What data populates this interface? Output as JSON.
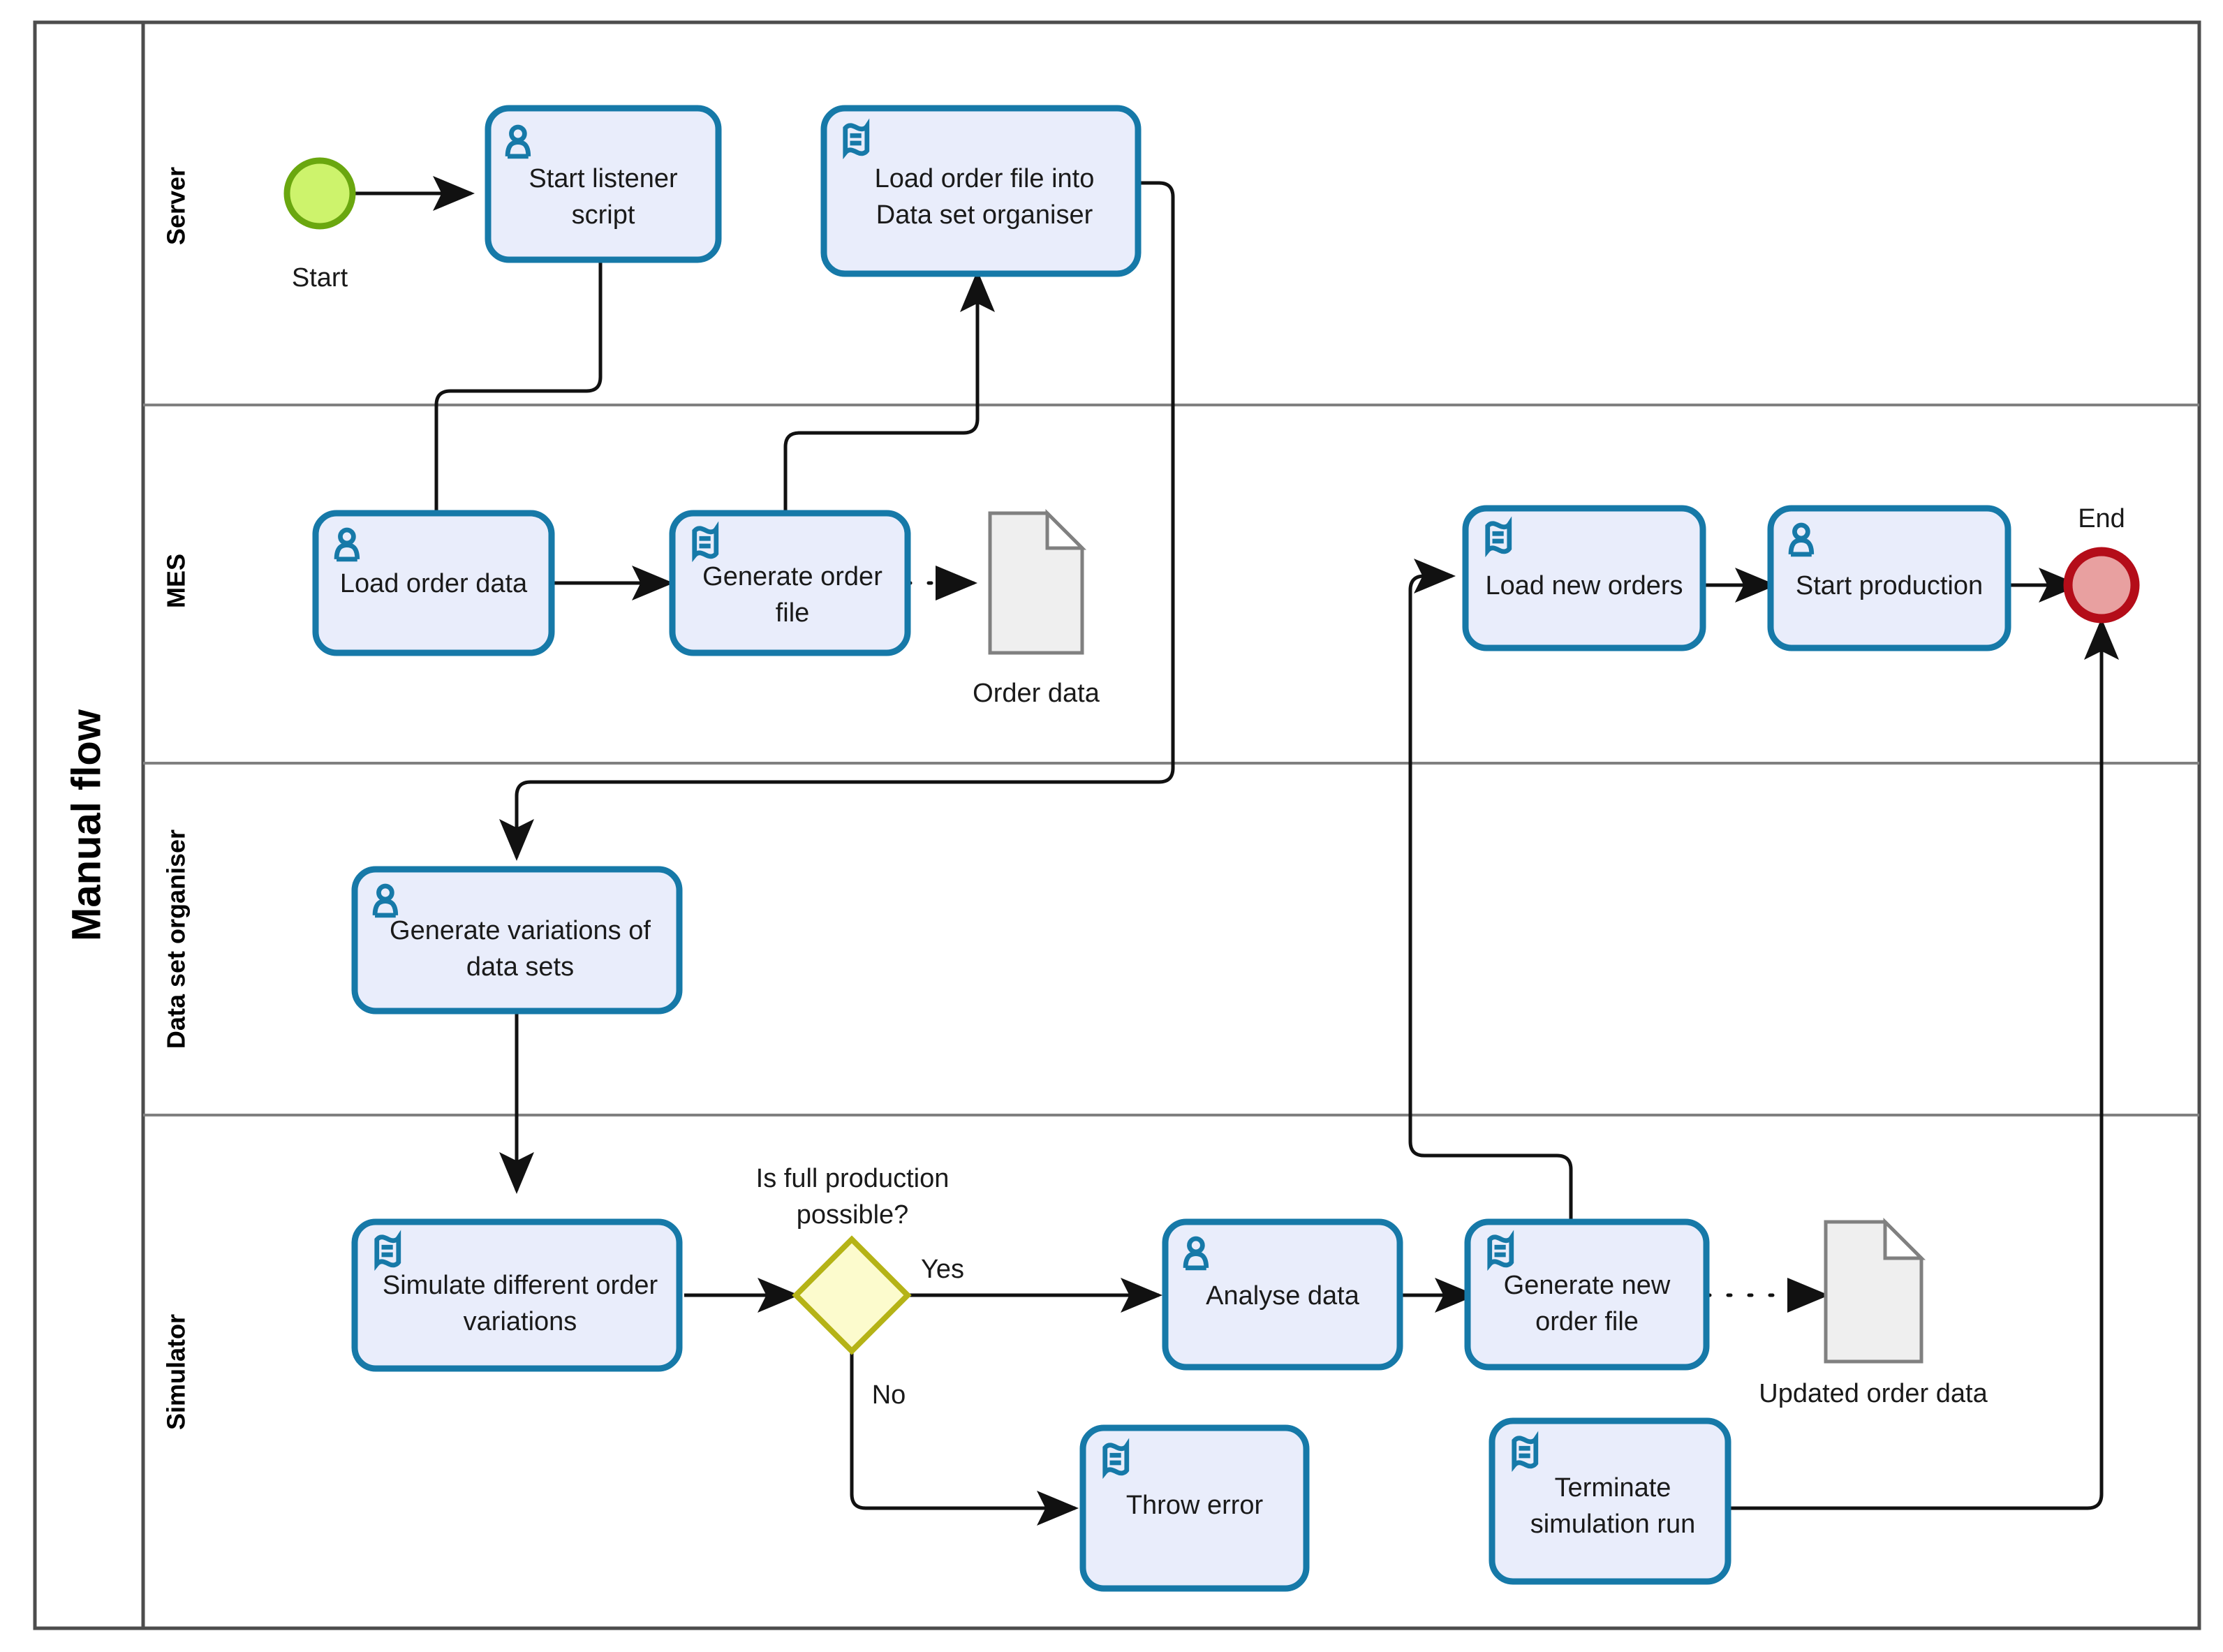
{
  "pool": {
    "title": "Manual flow"
  },
  "lanes": [
    {
      "id": "server",
      "label": "Server"
    },
    {
      "id": "mes",
      "label": "MES"
    },
    {
      "id": "dso",
      "label": "Data set organiser"
    },
    {
      "id": "sim",
      "label": "Simulator"
    }
  ],
  "events": [
    {
      "id": "start",
      "label": "Start",
      "type": "start-event",
      "color": "#cdf36c"
    },
    {
      "id": "end",
      "label": "End",
      "type": "end-event",
      "color": "#e8a0a0"
    }
  ],
  "tasks": [
    {
      "id": "start-listener-script",
      "label_line1": "Start listener",
      "label_line2": "script",
      "icon": "user-task-icon",
      "lane": "server"
    },
    {
      "id": "load-order-file-into-dso",
      "label_line1": "Load order file into",
      "label_line2": "Data set organiser",
      "icon": "script-task-icon",
      "lane": "server"
    },
    {
      "id": "load-order-data",
      "label_line1": "Load order data",
      "label_line2": "",
      "icon": "user-task-icon",
      "lane": "mes"
    },
    {
      "id": "generate-order-file",
      "label_line1": "Generate order",
      "label_line2": "file",
      "icon": "script-task-icon",
      "lane": "mes"
    },
    {
      "id": "load-new-orders",
      "label_line1": "Load new orders",
      "label_line2": "",
      "icon": "script-task-icon",
      "lane": "mes"
    },
    {
      "id": "start-production",
      "label_line1": "Start production",
      "label_line2": "",
      "icon": "user-task-icon",
      "lane": "mes"
    },
    {
      "id": "generate-variations-of-data-sets",
      "label_line1": "Generate variations of",
      "label_line2": "data sets",
      "icon": "user-task-icon",
      "lane": "dso"
    },
    {
      "id": "simulate-different-order-variations",
      "label_line1": "Simulate different order",
      "label_line2": "variations",
      "icon": "script-task-icon",
      "lane": "sim"
    },
    {
      "id": "analyse-data",
      "label_line1": "Analyse data",
      "label_line2": "",
      "icon": "user-task-icon",
      "lane": "sim"
    },
    {
      "id": "generate-new-order-file",
      "label_line1": "Generate new",
      "label_line2": "order file",
      "icon": "script-task-icon",
      "lane": "sim"
    },
    {
      "id": "throw-error",
      "label_line1": "Throw error",
      "label_line2": "",
      "icon": "script-task-icon",
      "lane": "sim"
    },
    {
      "id": "terminate-simulation-run",
      "label_line1": "Terminate",
      "label_line2": "simulation run",
      "icon": "script-task-icon",
      "lane": "sim"
    }
  ],
  "gateways": [
    {
      "id": "is-full-production-possible",
      "label_line1": "Is full production",
      "label_line2": "possible?",
      "type": "exclusive-gateway",
      "color": "#fcfbcd"
    }
  ],
  "data_objects": [
    {
      "id": "order-data",
      "label": "Order data"
    },
    {
      "id": "updated-order-data",
      "label": "Updated order data"
    }
  ],
  "flow_labels": [
    {
      "id": "yes",
      "text": "Yes"
    },
    {
      "id": "no",
      "text": "No"
    }
  ],
  "colors": {
    "task_fill": "#e9edfb",
    "task_stroke": "#1679a8",
    "gateway_fill": "#fcfbcd",
    "gateway_stroke": "#b5b316",
    "start_fill": "#cdf36c",
    "start_stroke": "#6aa70f",
    "end_fill": "#e8a0a0",
    "end_stroke": "#b40d19",
    "data_fill": "#efefef",
    "data_stroke": "#808080",
    "flow_line": "#111111"
  }
}
